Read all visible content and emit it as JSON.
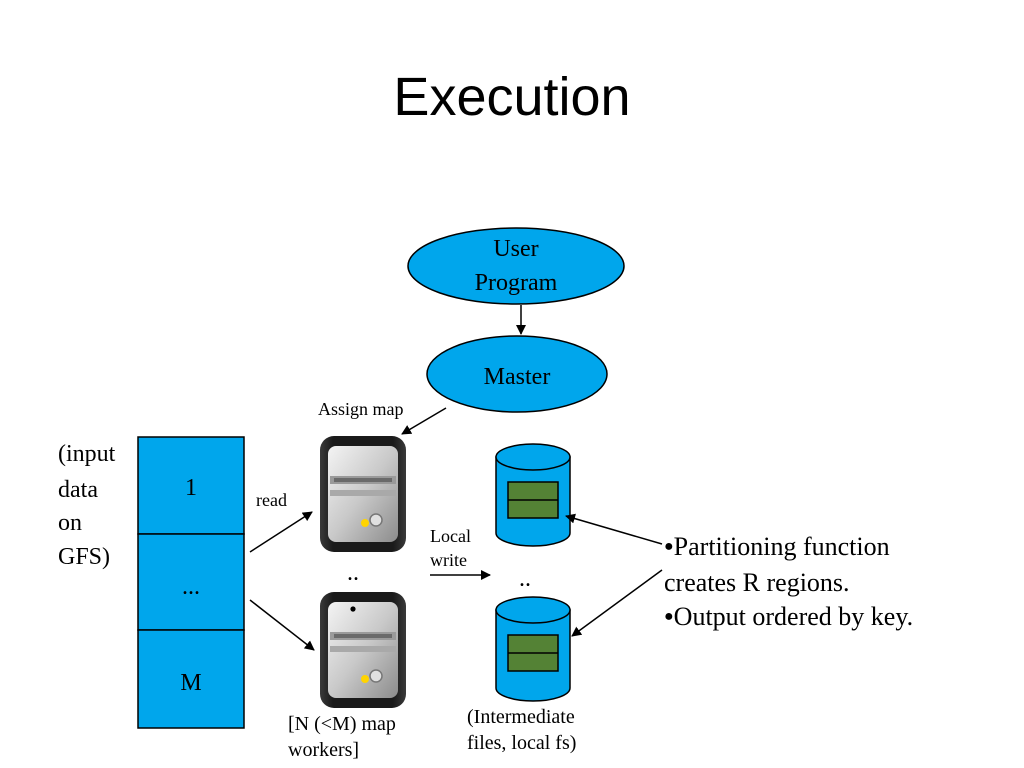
{
  "title": "Execution",
  "user_program": {
    "line1": "User",
    "line2": "Program"
  },
  "master": "Master",
  "assign_map": "Assign map",
  "input_note": [
    "(input",
    "data",
    "on",
    "GFS)"
  ],
  "splits": [
    "1",
    "...",
    "M"
  ],
  "read": "read",
  "local_write": [
    "Local",
    "write"
  ],
  "ellipsis_dots": "..",
  "workers_note": [
    "[N (<M) map",
    "workers]"
  ],
  "intermediate_note": [
    "(Intermediate",
    "files, local fs)"
  ],
  "bullets": [
    {
      "marker": "●",
      "lines": [
        "Partitioning function",
        "creates R regions."
      ]
    },
    {
      "marker": "●",
      "lines": [
        "Output ordered by key."
      ]
    }
  ],
  "colors": {
    "accent": "#00a6ec",
    "disk_panel": "#548235",
    "arrow": "#000000"
  }
}
